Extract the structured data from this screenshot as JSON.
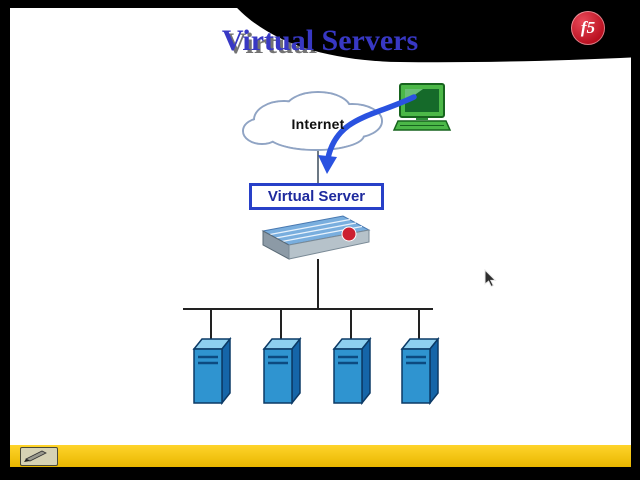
{
  "slide": {
    "title": "Virtual Servers"
  },
  "logo": {
    "text": "f5",
    "color": "#c81828"
  },
  "diagram": {
    "internet_label": "Internet",
    "virtual_server_label": "Virtual Server",
    "backend_server_count": 4,
    "nodes": [
      "client-computer",
      "internet-cloud",
      "virtual-server",
      "bigip-appliance",
      "server-1",
      "server-2",
      "server-3",
      "server-4"
    ],
    "connections": [
      "client-computer -> internet-cloud",
      "internet-cloud -> virtual-server",
      "virtual-server -> bigip-appliance",
      "bigip-appliance -> server-1",
      "bigip-appliance -> server-2",
      "bigip-appliance -> server-3",
      "bigip-appliance -> server-4"
    ],
    "icons": [
      "internet-cloud-icon",
      "client-computer-icon",
      "bigip-appliance-icon",
      "f5-ball-icon",
      "server-tower-icon"
    ]
  },
  "toolbar": {
    "tool_icon": "pencil-icon"
  },
  "colors": {
    "title_blue": "#3838c4",
    "arrow_blue": "#2a52e0",
    "box_border_blue": "#2840c8",
    "server_front_blue": "#2f94d0",
    "taskbar_yellow": "#f2c400",
    "logo_red": "#c81828",
    "background": "#000000",
    "slide_background": "#ffffff"
  }
}
